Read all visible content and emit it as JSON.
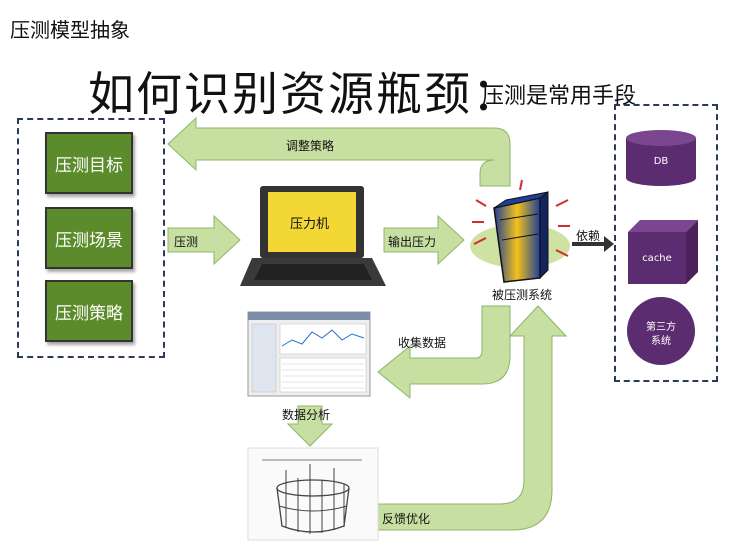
{
  "header": {
    "heading": "压测模型抽象",
    "title": "如何识别资源瓶颈：",
    "subtitle": "压测是常用手段"
  },
  "targets": {
    "items": [
      "压测目标",
      "压测场景",
      "压测策略"
    ]
  },
  "arrows": {
    "adjust": "调整策略",
    "test": "压测",
    "output": "输出压力",
    "depend": "依赖",
    "collect": "收集数据",
    "analyze": "数据分析",
    "feedback": "反馈优化"
  },
  "nodes": {
    "machine": "压力机",
    "system": "被压测系统"
  },
  "dependencies": {
    "db": "DB",
    "cache": "cache",
    "third_party_line1": "第三方",
    "third_party_line2": "系统"
  },
  "colors": {
    "note_green": "#5c8b2b",
    "arrow_green": "#c8dfa2",
    "dep_purple": "#5b2c6f"
  }
}
